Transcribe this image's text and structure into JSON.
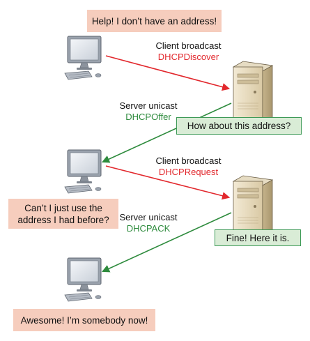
{
  "colors": {
    "client_bubble_fill": "#f6cdbd",
    "server_bubble_fill": "#d9ecd6",
    "server_bubble_border": "#3e9a57",
    "request_arrow": "#e2282d",
    "reply_arrow": "#2e8b3d"
  },
  "bubbles": {
    "help": "Help! I don’t have an address!",
    "offer_question": "How about this address?",
    "use_previous_line1": "Can’t I just use the",
    "use_previous_line2": "address I had before?",
    "fine": "Fine! Here it is.",
    "awesome": "Awesome! I’m somebody now!"
  },
  "messages": [
    {
      "kind": "Client broadcast",
      "name": "DHCPDiscover",
      "direction": "client-to-server"
    },
    {
      "kind": "Server unicast",
      "name": "DHCPOffer",
      "direction": "server-to-client"
    },
    {
      "kind": "Client broadcast",
      "name": "DHCPRequest",
      "direction": "client-to-server"
    },
    {
      "kind": "Server unicast",
      "name": "DHCPACK",
      "direction": "server-to-client"
    }
  ],
  "icons": {
    "client": "desktop-computer-icon",
    "server": "tower-server-icon"
  }
}
